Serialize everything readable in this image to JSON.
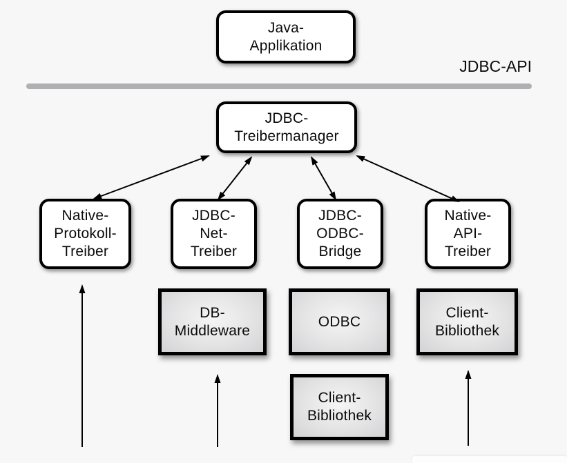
{
  "colors": {
    "background": "#f7f7f7",
    "box_fill": "#ffffff",
    "box_border": "#000000",
    "gray_box_from": "#f5f5f5",
    "gray_box_mid": "#e4e4e5",
    "gray_box_to": "#d3d3d5",
    "divider": "#b0b0b3",
    "arrow": "#000000",
    "text": "#0a0a0a"
  },
  "api_layer": {
    "label": "JDBC-API"
  },
  "nodes": {
    "java_app": {
      "label": "Java-\nApplikation"
    },
    "treibermanager": {
      "label": "JDBC-\nTreibermanager"
    },
    "native_protokoll": {
      "label": "Native-\nProtokoll-\nTreiber"
    },
    "jdbc_net": {
      "label": "JDBC-\nNet-\nTreiber"
    },
    "jdbc_odbc": {
      "label": "JDBC-\nODBC-\nBridge"
    },
    "native_api": {
      "label": "Native-\nAPI-\nTreiber"
    },
    "db_middleware": {
      "label": "DB-\nMiddleware"
    },
    "odbc": {
      "label": "ODBC"
    },
    "client_bib_center": {
      "label": "Client-\nBibliothek"
    },
    "client_bib_right": {
      "label": "Client-\nBibliothek"
    }
  }
}
